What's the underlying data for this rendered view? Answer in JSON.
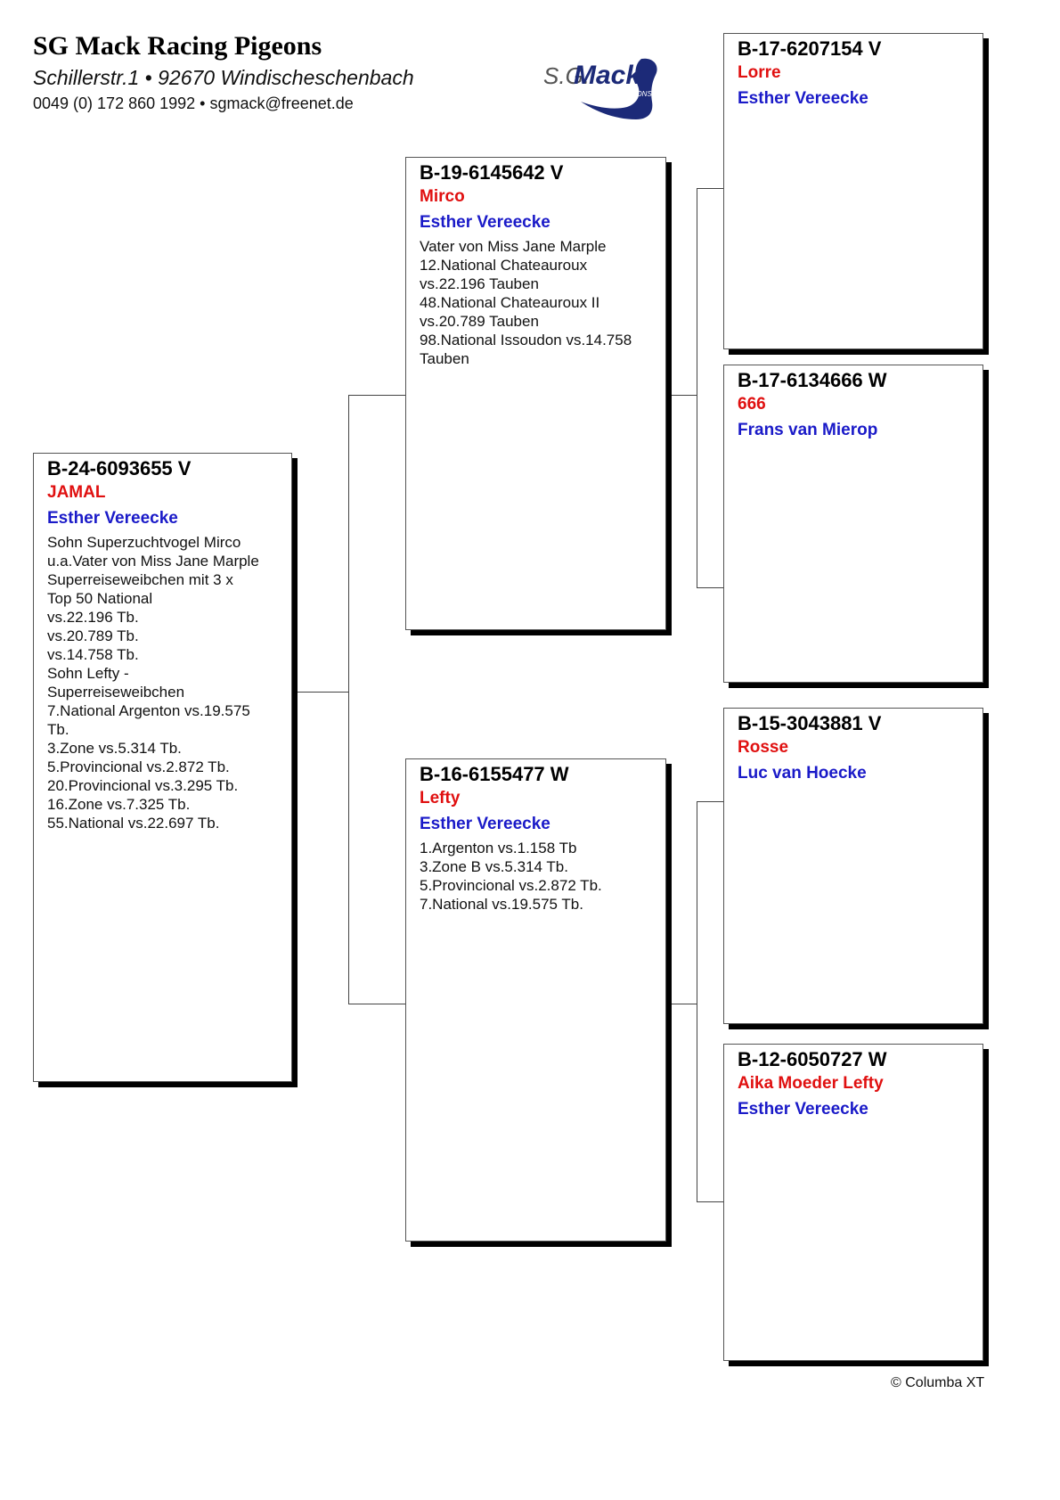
{
  "header": {
    "title": "SG Mack Racing Pigeons",
    "address": "Schillerstr.1 • 92670 Windischeschenbach",
    "contact": "0049 (0) 172 860 1992 • sgmack@freenet.de"
  },
  "logo": {
    "main": "S.G.Mack",
    "sub": "RACING PIGEONS",
    "icon": "pigeon-logo-icon"
  },
  "colors": {
    "name": "#e01010",
    "breeder": "#1a1ac8",
    "text": "#111111"
  },
  "pigeons": {
    "subject": {
      "ring": "B-24-6093655 V",
      "name": "JAMAL",
      "breeder": "Esther Vereecke",
      "info": "Sohn Superzuchtvogel Mirco\nu.a.Vater von Miss Jane Marple\nSuperreiseweibchen mit 3 x\nTop 50 National\nvs.22.196 Tb.\nvs.20.789 Tb.\nvs.14.758 Tb.\nSohn Lefty -\nSuperreiseweibchen\n7.National Argenton vs.19.575\nTb.\n3.Zone vs.5.314 Tb.\n5.Provincional vs.2.872 Tb.\n20.Provincional vs.3.295 Tb.\n16.Zone vs.7.325 Tb.\n55.National vs.22.697 Tb."
    },
    "sire": {
      "ring": "B-19-6145642 V",
      "name": "Mirco",
      "breeder": "Esther Vereecke",
      "info": "Vater von Miss Jane Marple\n12.National Chateauroux\nvs.22.196 Tauben\n48.National Chateauroux II\nvs.20.789 Tauben\n98.National Issoudon vs.14.758\nTauben"
    },
    "dam": {
      "ring": "B-16-6155477 W",
      "name": "Lefty",
      "breeder": "Esther Vereecke",
      "info": "1.Argenton vs.1.158 Tb\n3.Zone B vs.5.314 Tb.\n5.Provincional vs.2.872 Tb.\n7.National vs.19.575 Tb."
    },
    "sire_sire": {
      "ring": "B-17-6207154 V",
      "name": "Lorre",
      "breeder": "Esther Vereecke"
    },
    "sire_dam": {
      "ring": "B-17-6134666 W",
      "name": "666",
      "breeder": "Frans van Mierop"
    },
    "dam_sire": {
      "ring": "B-15-3043881 V",
      "name": "Rosse",
      "breeder": "Luc van Hoecke"
    },
    "dam_dam": {
      "ring": "B-12-6050727 W",
      "name": "Aika Moeder Lefty",
      "breeder": "Esther Vereecke"
    }
  },
  "footer": {
    "copyright": "© Columba XT"
  }
}
